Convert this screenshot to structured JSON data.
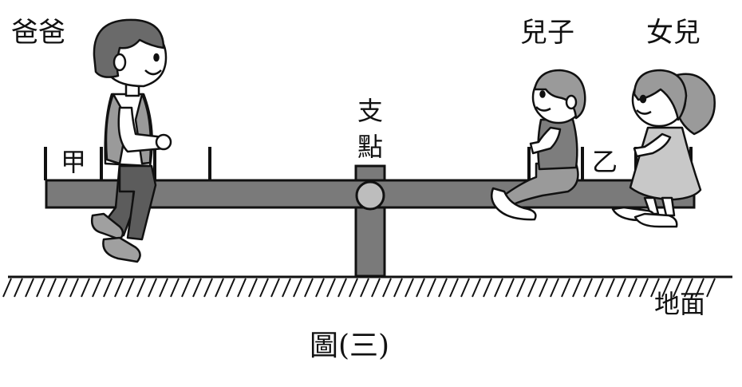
{
  "labels": {
    "dad": "爸爸",
    "son": "兒子",
    "daughter": "女兒",
    "fulcrum_line1": "支",
    "fulcrum_line2": "點",
    "peg_a": "甲",
    "peg_b": "乙",
    "ground": "地面",
    "caption": "圖(三)"
  },
  "colors": {
    "board": "#7a7a7a",
    "outline": "#111111",
    "pivot": "#bdbdbd",
    "dad_hair": "#6a6a6a",
    "dad_vest": "#9a9a9a",
    "dad_pants": "#5c5c5c",
    "son_shirt": "#7d7d7d",
    "son_shorts": "#9a9a9a",
    "girl_dress": "#c8c8c8"
  },
  "icons": {
    "dad": "man-figure",
    "son": "boy-figure",
    "daughter": "girl-figure"
  }
}
